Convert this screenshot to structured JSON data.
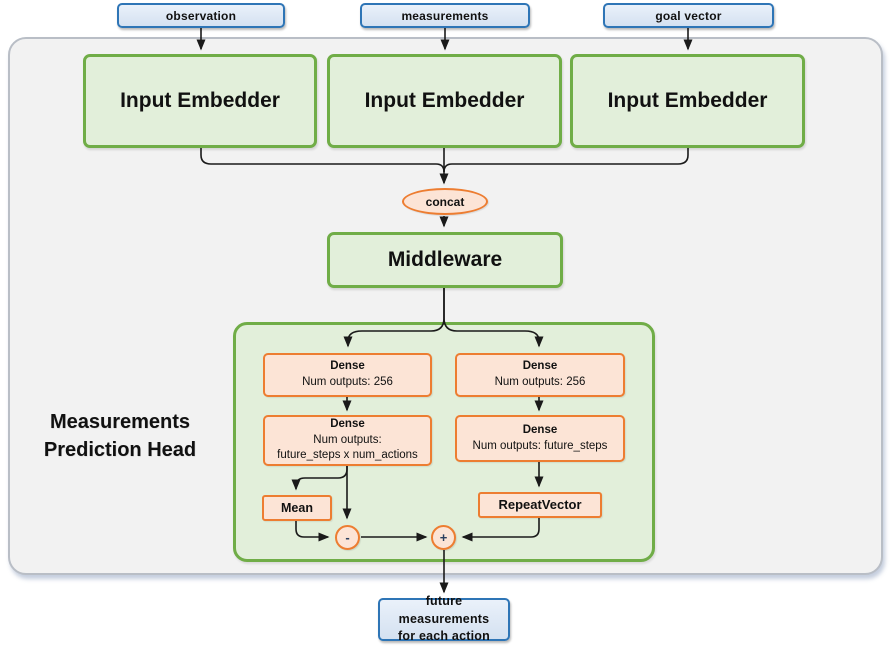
{
  "diagram": {
    "top_inputs": [
      {
        "label": "observation"
      },
      {
        "label": "measurements"
      },
      {
        "label": "goal vector"
      }
    ],
    "embedders": [
      {
        "label": "Input Embedder"
      },
      {
        "label": "Input Embedder"
      },
      {
        "label": "Input Embedder"
      }
    ],
    "concat": {
      "label": "concat"
    },
    "middleware": {
      "label": "Middleware"
    },
    "head": {
      "title": "Measurements Prediction Head",
      "dense_left_1": {
        "title": "Dense",
        "subtitle": "Num outputs: 256"
      },
      "dense_right_1": {
        "title": "Dense",
        "subtitle": "Num outputs: 256"
      },
      "dense_left_2": {
        "title": "Dense",
        "subtitle_line1": "Num outputs:",
        "subtitle_line2": "future_steps x num_actions"
      },
      "dense_right_2": {
        "title": "Dense",
        "subtitle": "Num outputs: future_steps"
      },
      "mean": {
        "label": "Mean"
      },
      "repeat_vector": {
        "label": "RepeatVector"
      },
      "minus": {
        "label": "-"
      },
      "plus": {
        "label": "+"
      }
    },
    "output": {
      "line1": "future measurements",
      "line2": "for each action"
    },
    "colors": {
      "green_border": "#70ad47",
      "green_fill": "#e2efda",
      "orange_border": "#ed7d31",
      "orange_fill": "#fce4d6",
      "blue_border": "#2e75b6",
      "blue_fill": "#dbe8f6",
      "panel_fill": "#f2f2f2",
      "panel_border": "#b9bec6",
      "line_color": "#1a1a1a"
    }
  }
}
